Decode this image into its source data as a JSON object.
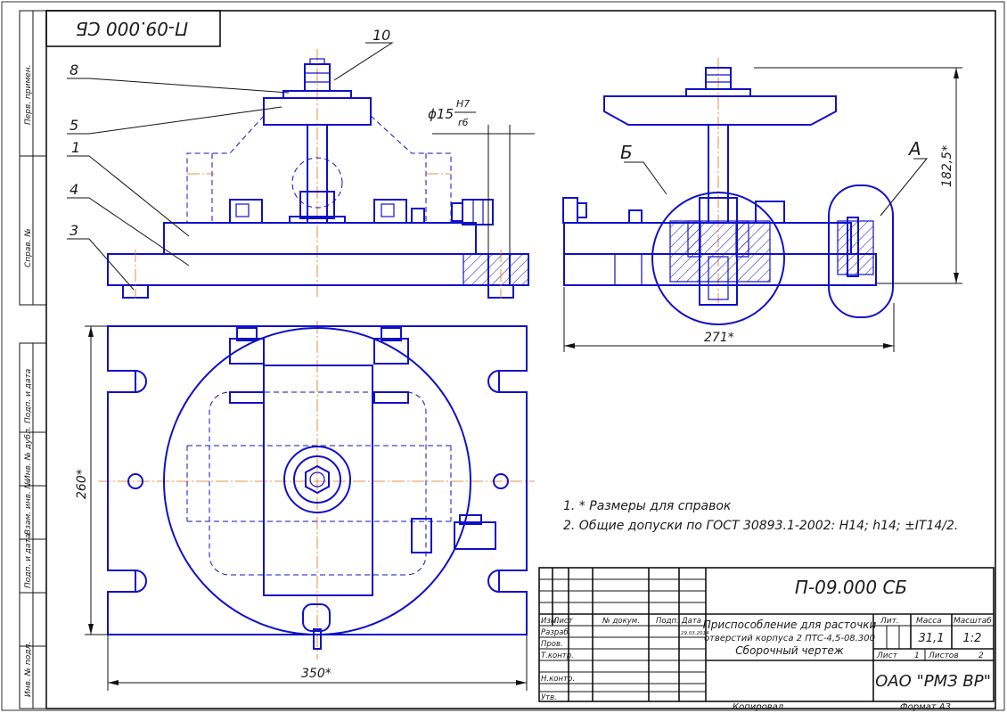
{
  "drawing": {
    "code_rotated": "П-09.000 СБ",
    "callouts": [
      "10",
      "8",
      "5",
      "1",
      "4",
      "3"
    ],
    "fit": {
      "prefix": "ϕ15",
      "upper": "H7",
      "lower": "r6"
    },
    "dimensions": {
      "height": "182,5*",
      "width_side": "271*",
      "width_top": "350*",
      "height_top": "260*"
    },
    "section_labels": {
      "b": "Б",
      "a": "А"
    },
    "notes": [
      "1.  * Размеры для справок",
      "2.  Общие допуски по ГОСТ 30893.1-2002: H14; h14; ±IT14/2."
    ]
  },
  "left_strip": {
    "labels": [
      "Перв. примен.",
      "Справ. №",
      "Подп. и дата",
      "Инв. № дубл.",
      "Взам. инв. №",
      "Подп. и дата",
      "Инв. № подл."
    ]
  },
  "title_block": {
    "code": "П-09.000 СБ",
    "header": {
      "izm": "Изм.",
      "list": "Лист",
      "doc": "№ докум.",
      "podp": "Подп.",
      "data": "Дата"
    },
    "roles": [
      "Разраб.",
      "Пров.",
      "Т.контр.",
      "Н.контр.",
      "Утв."
    ],
    "date_value": "29.03.2014",
    "name_lines": [
      "Приспособление для расточки",
      "отверстий корпуса 2 ПТС-4,5-08.300",
      "Сборочный чертеж"
    ],
    "lit_label": "Лит.",
    "mass_label": "Масса",
    "scale_label": "Масштаб",
    "mass": "31,1",
    "scale": "1:2",
    "sheet_label": "Лист",
    "sheet_value": "1",
    "sheets_label": "Листов",
    "sheets_value": "2",
    "company": "ОАО \"РМЗ ВР\"",
    "copied": "Копировал",
    "format": "Формат    А3"
  }
}
